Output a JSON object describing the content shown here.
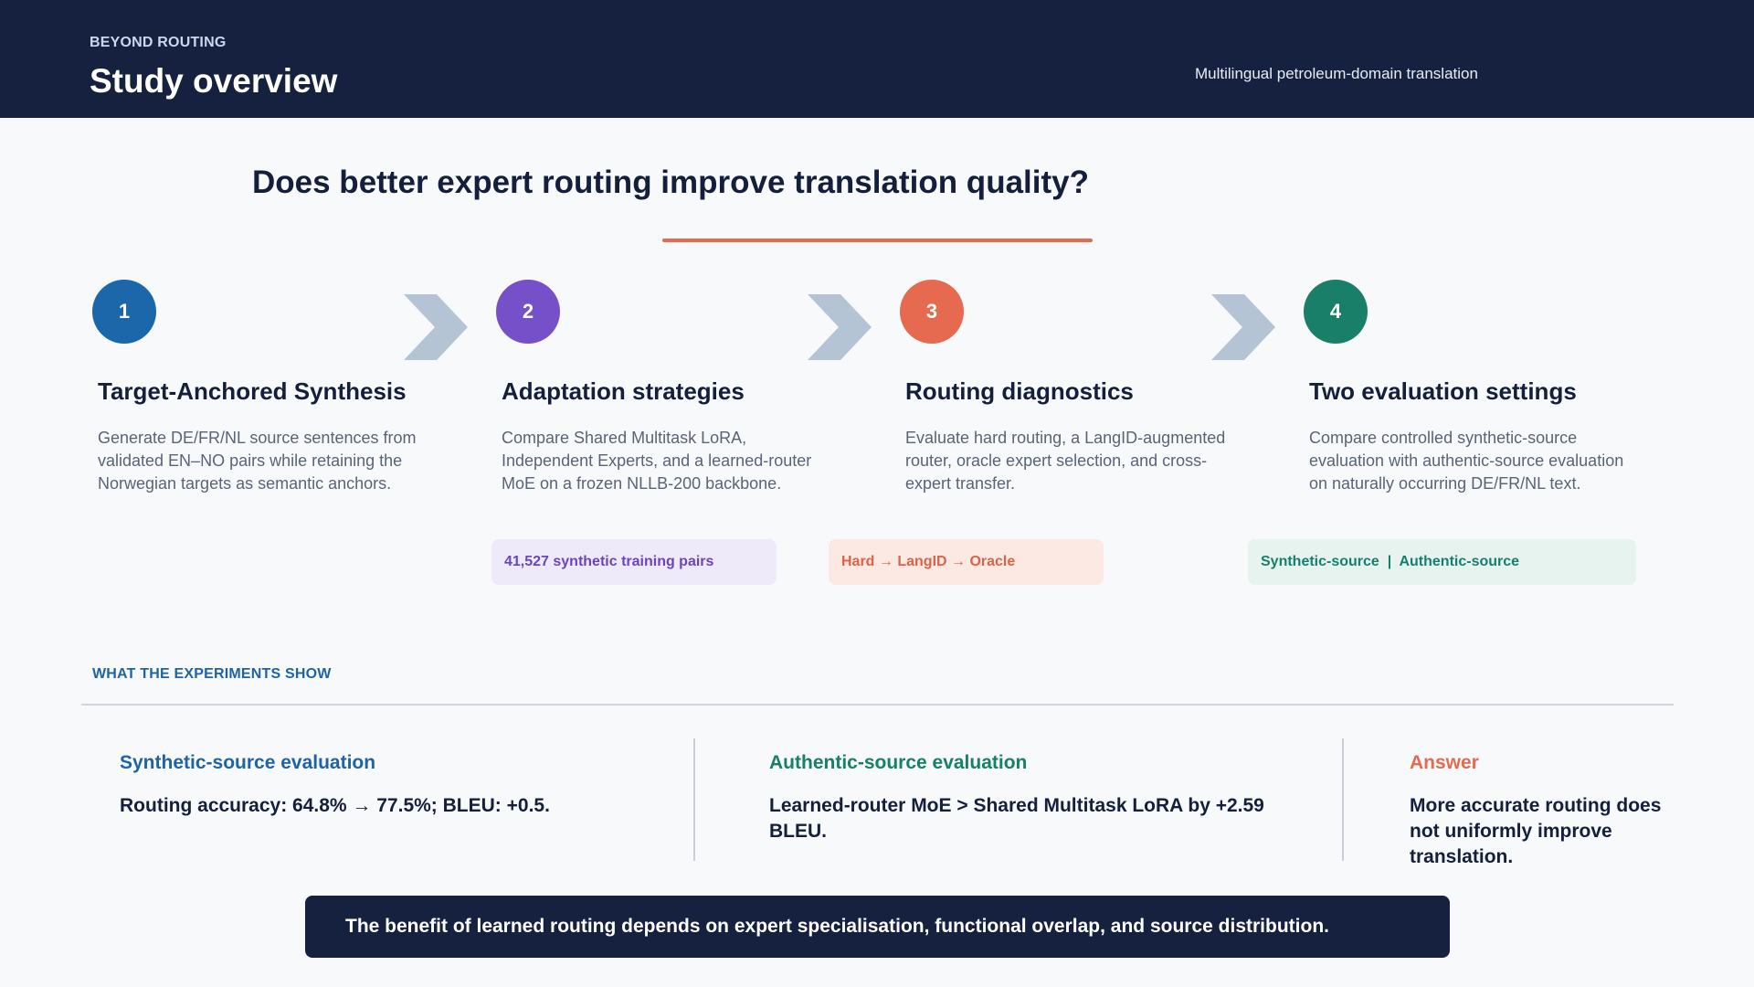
{
  "header": {
    "kicker": "BEYOND ROUTING",
    "title": "Study overview",
    "subtitle": "Multilingual petroleum-domain translation"
  },
  "question": "Does better expert routing improve translation quality?",
  "colors": {
    "navy": "#15213e",
    "accent_orange": "#e56a4f",
    "step1": "#1b67aa",
    "step2": "#7550c9",
    "step3": "#e56a4f",
    "step4": "#1a7f69",
    "chevron": "#b4c4d5"
  },
  "steps": [
    {
      "number": "1",
      "title": "Target-Anchored Synthesis",
      "description": "Generate DE/FR/NL source sentences from validated EN–NO pairs while retaining the Norwegian targets as semantic anchors."
    },
    {
      "number": "2",
      "title": "Adaptation strategies",
      "description": "Compare Shared Multitask LoRA, Independent Experts, and a learned-router MoE on a frozen NLLB-200 backbone.",
      "tag": "41,527 synthetic training pairs"
    },
    {
      "number": "3",
      "title": "Routing diagnostics",
      "description": "Evaluate hard routing, a LangID-augmented router, oracle expert selection, and cross-expert transfer.",
      "tag": "Hard → LangID → Oracle"
    },
    {
      "number": "4",
      "title": "Two evaluation settings",
      "description": "Compare controlled synthetic-source evaluation with authentic-source evaluation on naturally occurring DE/FR/NL text.",
      "tag": "Synthetic-source  |  Authentic-source"
    }
  ],
  "findings": {
    "section_label": "WHAT THE EXPERIMENTS SHOW",
    "items": [
      {
        "title": "Synthetic-source evaluation",
        "text": "Routing accuracy: 64.8% → 77.5%; BLEU: +0.5."
      },
      {
        "title": "Authentic-source evaluation",
        "text": "Learned-router MoE > Shared Multitask LoRA by +2.59 BLEU."
      },
      {
        "title": "Answer",
        "text": "More accurate routing does not uniformly improve translation."
      }
    ]
  },
  "conclusion": "The benefit of learned routing depends on expert specialisation, functional overlap, and source distribution."
}
